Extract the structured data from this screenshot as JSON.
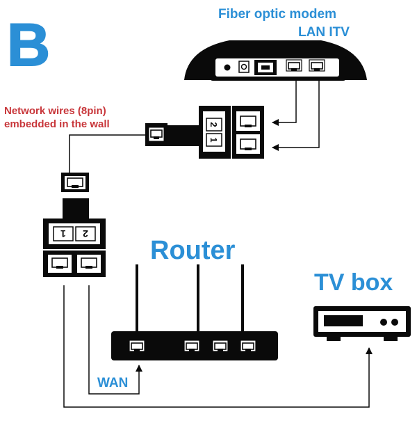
{
  "diagram": {
    "panel_letter": "B",
    "modem": {
      "title": "Fiber optic modem",
      "ports_label": "LAN ITV"
    },
    "wall": {
      "line1": "Network wires (8pin)",
      "line2": "embedded in the wall"
    },
    "router": {
      "title": "Router"
    },
    "tv_box": {
      "title": "TV box"
    },
    "wan_label": "WAN",
    "splitter_top": {
      "port_a": "2",
      "port_b": "1"
    },
    "splitter_bottom": {
      "port_a": "1",
      "port_b": "2"
    }
  },
  "colors": {
    "accent_blue": "#2b8fd6",
    "label_red": "#c8363a",
    "ink": "#0a0a0a"
  }
}
